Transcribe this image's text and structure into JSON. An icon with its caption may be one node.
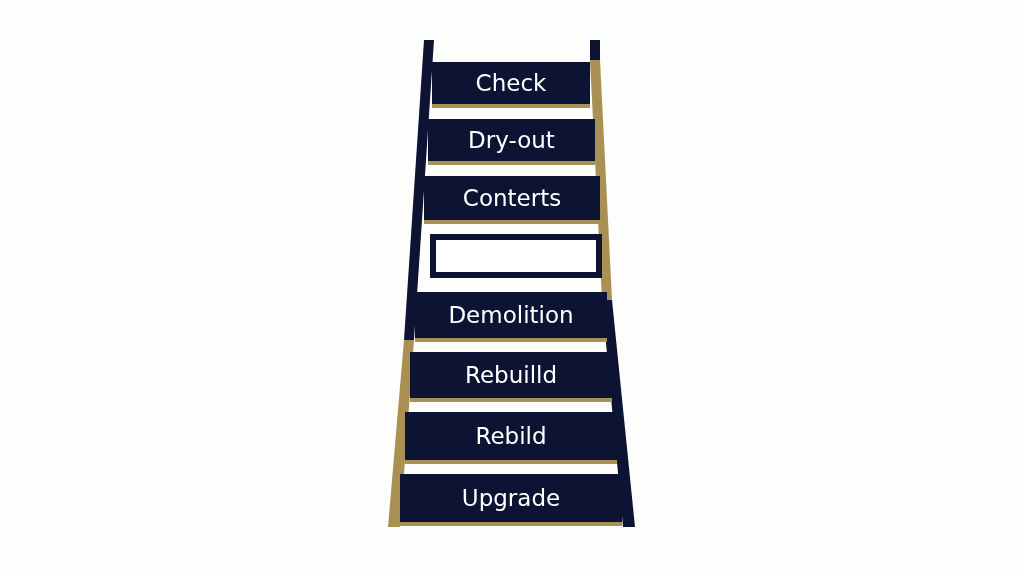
{
  "diagram": {
    "nodes": [
      {
        "text": [
          "Check"
        ]
      },
      {
        "text": [
          "Dry-out"
        ]
      },
      {
        "text": [
          "Conterts"
        ]
      },
      {
        "text": [],
        "shape": "box"
      },
      {
        "text": [
          "Demolition"
        ]
      },
      {
        "text": [
          "Rebuilld"
        ]
      },
      {
        "text": [
          "Rebild"
        ]
      },
      {
        "text": [
          "Upgrade"
        ]
      }
    ]
  }
}
